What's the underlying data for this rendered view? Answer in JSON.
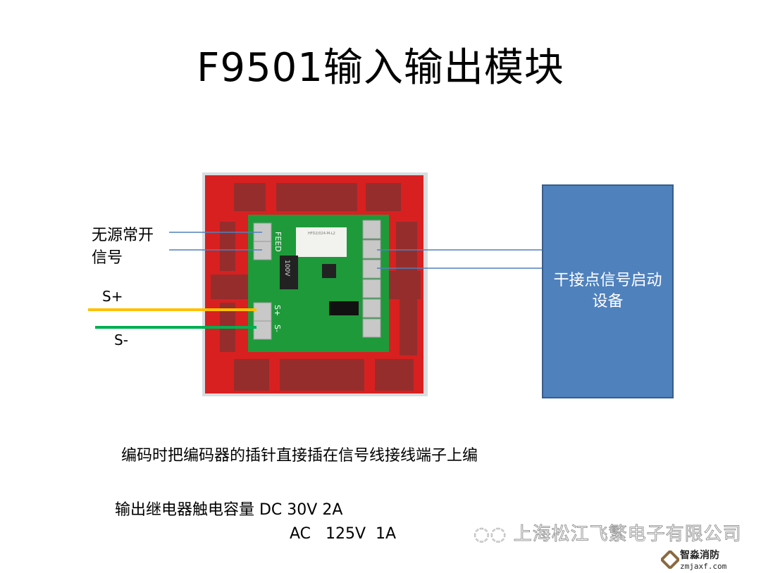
{
  "title": "F9501输入输出模块",
  "labels": {
    "passive_no_line1": "无源常开",
    "passive_no_line2": "信号",
    "s_plus": "S+",
    "s_minus": "S-"
  },
  "device_box": {
    "text": "干接点信号启动设备",
    "color": "#4f81bd"
  },
  "board": {
    "feed_label": "FEED",
    "s_plus_label": "S+",
    "s_minus_label": "S-",
    "relay_text": "HFD2/024-M-L2",
    "capacitor_text": "100V"
  },
  "notes": {
    "coding": "编码时把编码器的插针直接插在信号线接线端子上编",
    "capacity_line1": "输出继电器触电容量 DC 30V 2A",
    "capacity_line2": "AC   125V  1A"
  },
  "watermark": {
    "company": "上海松江飞繁电子有限公司",
    "logo_name": "智淼消防",
    "logo_site": "zmjaxf.com"
  },
  "colors": {
    "s_plus_wire": "#ffc000",
    "s_minus_wire": "#00b050",
    "signal_wire": "#4f81bd",
    "housing": "#e02020",
    "pcb": "#1e9a3a"
  }
}
